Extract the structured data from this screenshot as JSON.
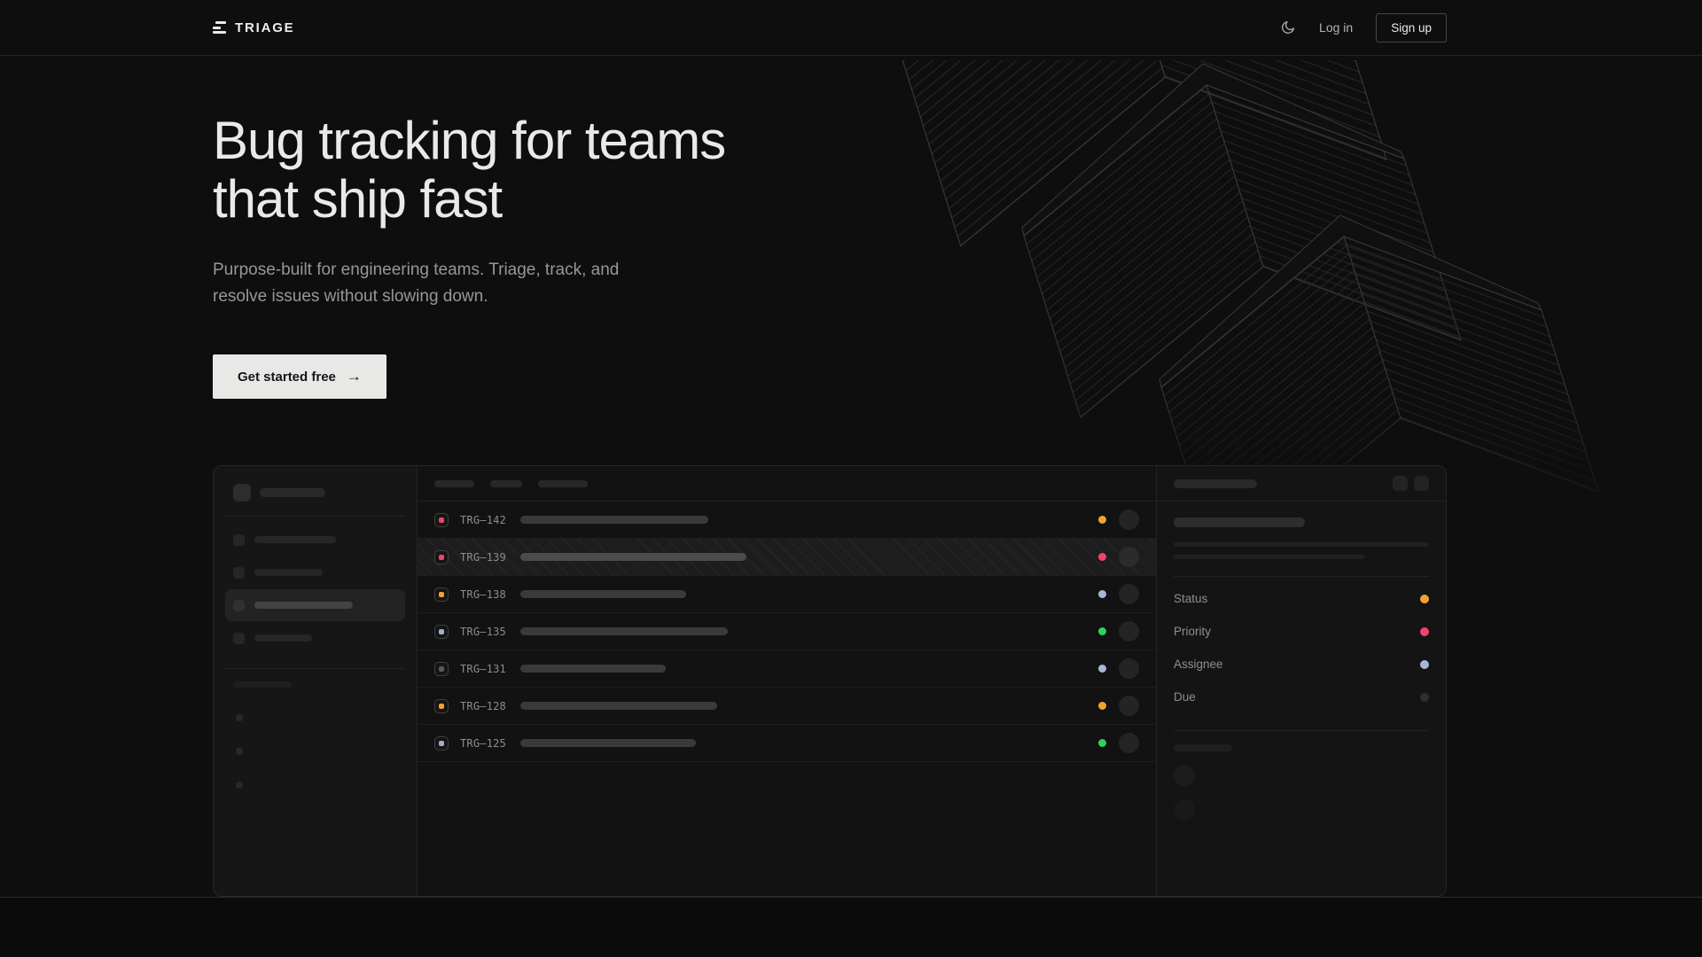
{
  "nav": {
    "brand": "TRIAGE",
    "login_label": "Log in",
    "signup_label": "Sign up"
  },
  "hero": {
    "title_line1": "Bug tracking for teams",
    "title_line2": "that ship fast",
    "subtitle_line1": "Purpose-built for engineering teams. Triage, track, and",
    "subtitle_line2": "resolve issues without slowing down.",
    "cta_label": "Get started free",
    "cta_arrow": "→"
  },
  "mockup": {
    "issues": [
      {
        "id": "TRG–142",
        "icon_color": "#f04468",
        "status_color": "#f2a32e",
        "title_width": 212,
        "selected": false
      },
      {
        "id": "TRG–139",
        "icon_color": "#f04468",
        "status_color": "#f4426e",
        "title_width": 255,
        "selected": true
      },
      {
        "id": "TRG–138",
        "icon_color": "#f0a032",
        "status_color": "#a7b7d8",
        "title_width": 187,
        "selected": false
      },
      {
        "id": "TRG–135",
        "icon_color": "#9db0c6",
        "status_color": "#2bd45f",
        "title_width": 234,
        "selected": false
      },
      {
        "id": "TRG–131",
        "icon_color": "#5a5a5a",
        "status_color": "#a7b7d8",
        "title_width": 164,
        "selected": false
      },
      {
        "id": "TRG–128",
        "icon_color": "#f0a032",
        "status_color": "#f2a32e",
        "title_width": 222,
        "selected": false
      },
      {
        "id": "TRG–125",
        "icon_color": "#9db0c6",
        "status_color": "#2bd45f",
        "title_width": 198,
        "selected": false
      }
    ],
    "detail_fields": [
      {
        "label": "Status",
        "color": "#f2a32e"
      },
      {
        "label": "Priority",
        "color": "#f4426e"
      },
      {
        "label": "Assignee",
        "color": "#a7b7d8"
      },
      {
        "label": "Due",
        "color": "#2e2e2e"
      }
    ]
  },
  "colors": {
    "page_bg": "#0e0e0e",
    "cta_bg": "#e8e8e6",
    "heading_text": "#e9e9e9",
    "muted_text": "#979797",
    "card_bg": "#121212",
    "border": "#242424",
    "amber": "#f2a32e",
    "pink": "#f4426e",
    "green": "#2bd45f",
    "slate_blue": "#a7b7d8"
  }
}
